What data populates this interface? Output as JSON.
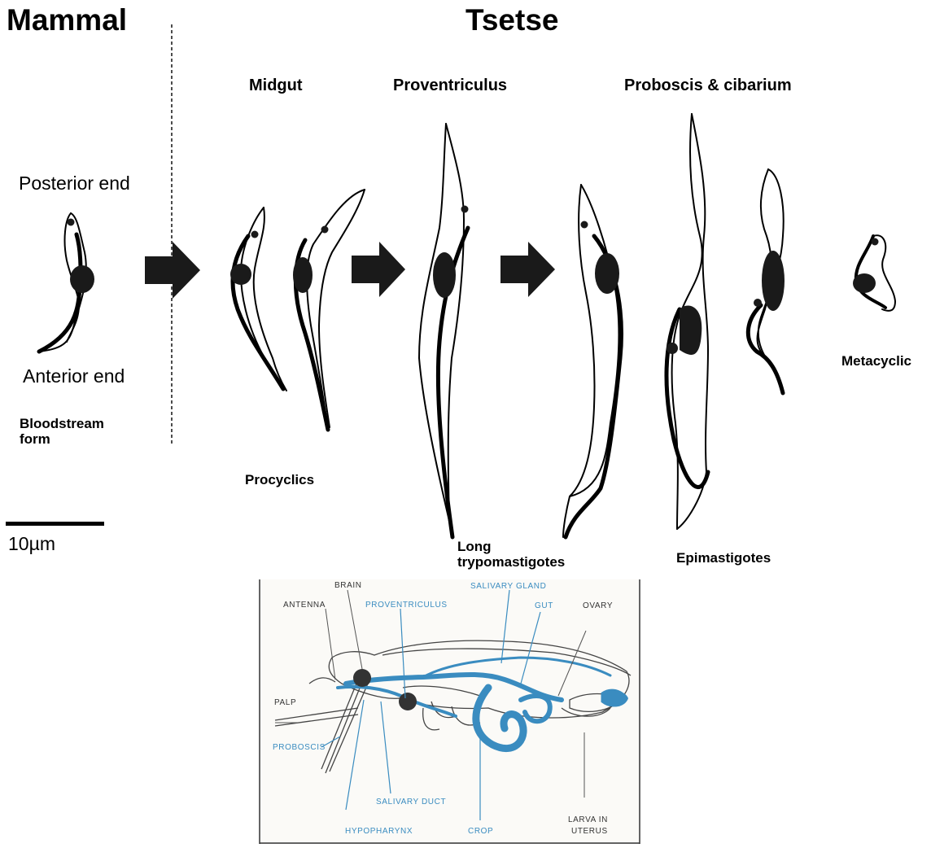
{
  "sections": {
    "left": "Mammal",
    "right": "Tsetse"
  },
  "stages": {
    "midgut": "Midgut",
    "proventriculus": "Proventriculus",
    "proboscis": "Proboscis & cibarium"
  },
  "bloodstream": {
    "posterior": "Posterior end",
    "anterior": "Anterior end",
    "label": "Bloodstream form"
  },
  "forms": {
    "procyclics": "Procyclics",
    "long_line1": "Long",
    "long_line2": "trypomastigotes",
    "epimastigotes": "Epimastigotes",
    "metacyclic": "Metacyclic"
  },
  "scale_bar": {
    "label": "10µm"
  },
  "fly_labels": {
    "brain": "BRAIN",
    "antenna": "ANTENNA",
    "proventriculus": "PROVENTRICULUS",
    "salivary_gland": "SALIVARY GLAND",
    "gut": "GUT",
    "ovary": "OVARY",
    "palp": "PALP",
    "proboscis": "PROBOSCIS",
    "salivary_duct": "SALIVARY DUCT",
    "hypopharynx": "HYPOPHARYNX",
    "crop": "CROP",
    "larva_line1": "LARVA IN",
    "larva_line2": "UTERUS"
  },
  "colors": {
    "blue_labels": "#3a8cc0",
    "dark": "#1a1a1a"
  }
}
